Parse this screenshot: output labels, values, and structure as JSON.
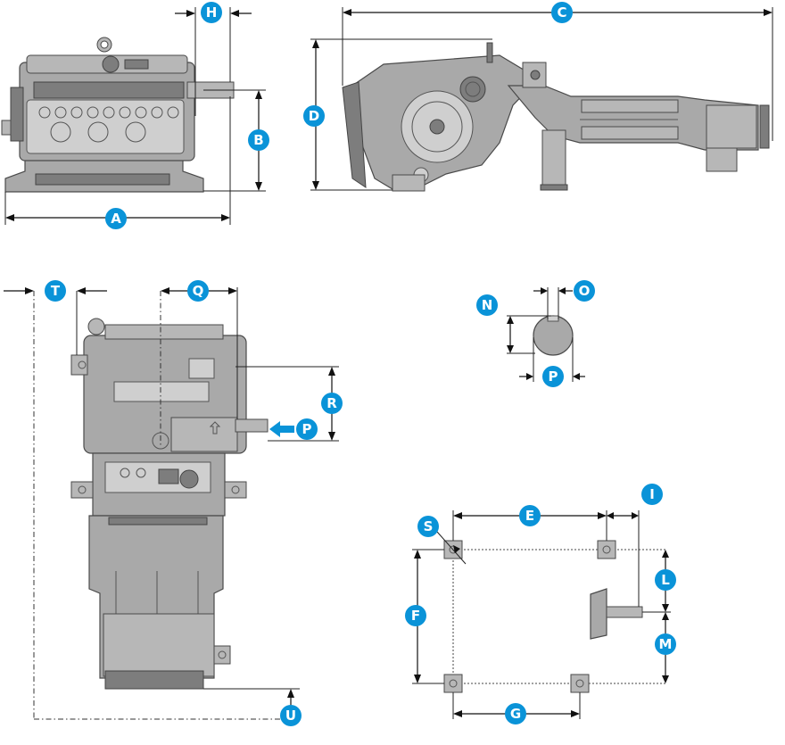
{
  "colors": {
    "badge": "#0a93d8",
    "badge_text": "#ffffff",
    "part": "#a9a9a9",
    "outline": "#4a4a4a"
  },
  "labels": {
    "A": "A",
    "B": "B",
    "C": "C",
    "D": "D",
    "E": "E",
    "F": "F",
    "G": "G",
    "H": "H",
    "I": "I",
    "L": "L",
    "M": "M",
    "N": "N",
    "O": "O",
    "P_shaft": "P",
    "P_arrow": "P",
    "Q": "Q",
    "R": "R",
    "S": "S",
    "T": "T",
    "U": "U"
  },
  "views": [
    "front-view",
    "side-view",
    "top-view",
    "shaft-section",
    "foot-layout"
  ]
}
